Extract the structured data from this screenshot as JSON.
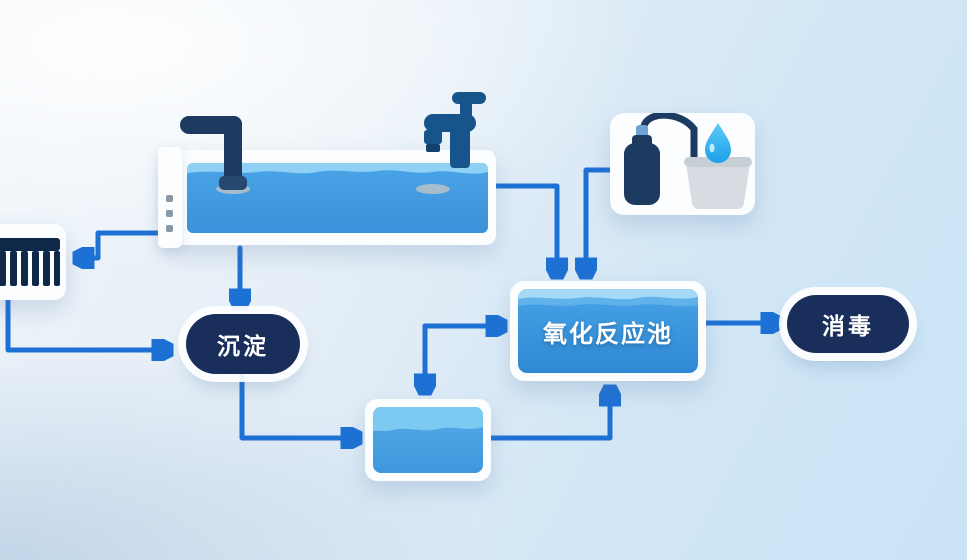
{
  "diagram": {
    "type": "process-flow",
    "labels": {
      "sedimentation": "沉淀",
      "oxidation_pool": "氧化反应池",
      "disinfection": "消毒"
    },
    "icons": [
      "grate-icon",
      "inlet-pipe-icon",
      "faucet-icon",
      "gas-cylinder-icon",
      "bucket-icon",
      "water-drop-icon"
    ],
    "colors": {
      "arrow": "#1e71d4",
      "pill_bg": "#1a2e5c",
      "pipe_navy": "#1d3a60",
      "water_top": "#8ed1f5",
      "water_body": "#3f97dd",
      "bucket_gray": "#d6dce1",
      "drop_blue": "#2eaff2"
    }
  }
}
